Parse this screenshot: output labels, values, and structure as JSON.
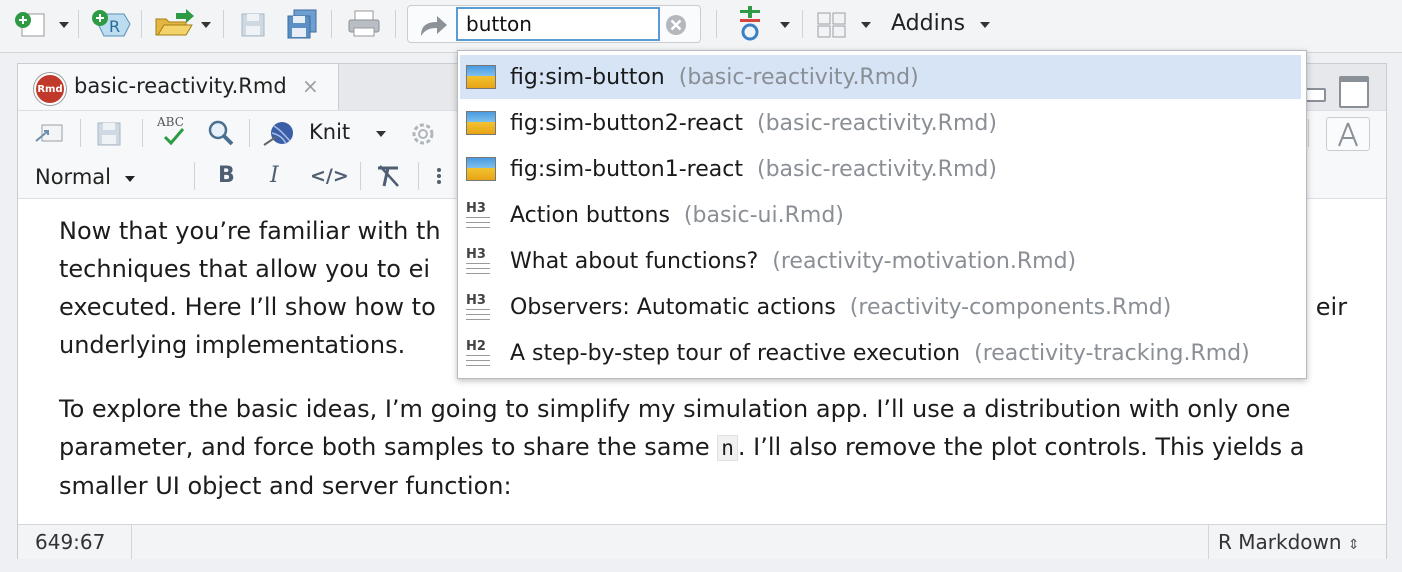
{
  "toolbar": {
    "search_value": "button",
    "addins_label": "Addins"
  },
  "document_tab": {
    "icon_text": "Rmd",
    "label": "basic-reactivity.Rmd",
    "close": "×"
  },
  "editor_toolbar": {
    "spellcheck_label": "ABC",
    "knit_label": "Knit"
  },
  "format_toolbar": {
    "paragraph_format": "Normal",
    "bold": "B",
    "italic": "I",
    "code": "</>"
  },
  "autocomplete": {
    "items": [
      {
        "type": "figure",
        "name": "fig:sim-button",
        "file": "(basic-reactivity.Rmd)",
        "selected": true
      },
      {
        "type": "figure",
        "name": "fig:sim-button2-react",
        "file": "(basic-reactivity.Rmd)"
      },
      {
        "type": "figure",
        "name": "fig:sim-button1-react",
        "file": "(basic-reactivity.Rmd)"
      },
      {
        "type": "H3",
        "name": "Action buttons",
        "file": "(basic-ui.Rmd)"
      },
      {
        "type": "H3",
        "name": "What about functions?",
        "file": "(reactivity-motivation.Rmd)"
      },
      {
        "type": "H3",
        "name": "Observers: Automatic actions",
        "file": "(reactivity-components.Rmd)"
      },
      {
        "type": "H2",
        "name": "A step-by-step tour of reactive execution",
        "file": "(reactivity-tracking.Rmd)"
      }
    ]
  },
  "content": {
    "p1_line1_visible": "Now that you’re familiar with th",
    "p1_line2_visible": "techniques that allow you to ei",
    "p1_line3_visible": "executed. Here I’ll show how to",
    "p1_line3_tail": "eir",
    "p1_line4": "underlying implementations.",
    "p2_part1": "To explore the basic ideas, I’m going to simplify my simulation app. I’ll use a distribution with only one parameter, and force both samples to share the same ",
    "p2_code": "n",
    "p2_part2": ". I’ll also remove the plot controls. This yields a smaller UI object and server function:"
  },
  "status": {
    "cursor_position": "649:67",
    "mode": "R Markdown"
  }
}
